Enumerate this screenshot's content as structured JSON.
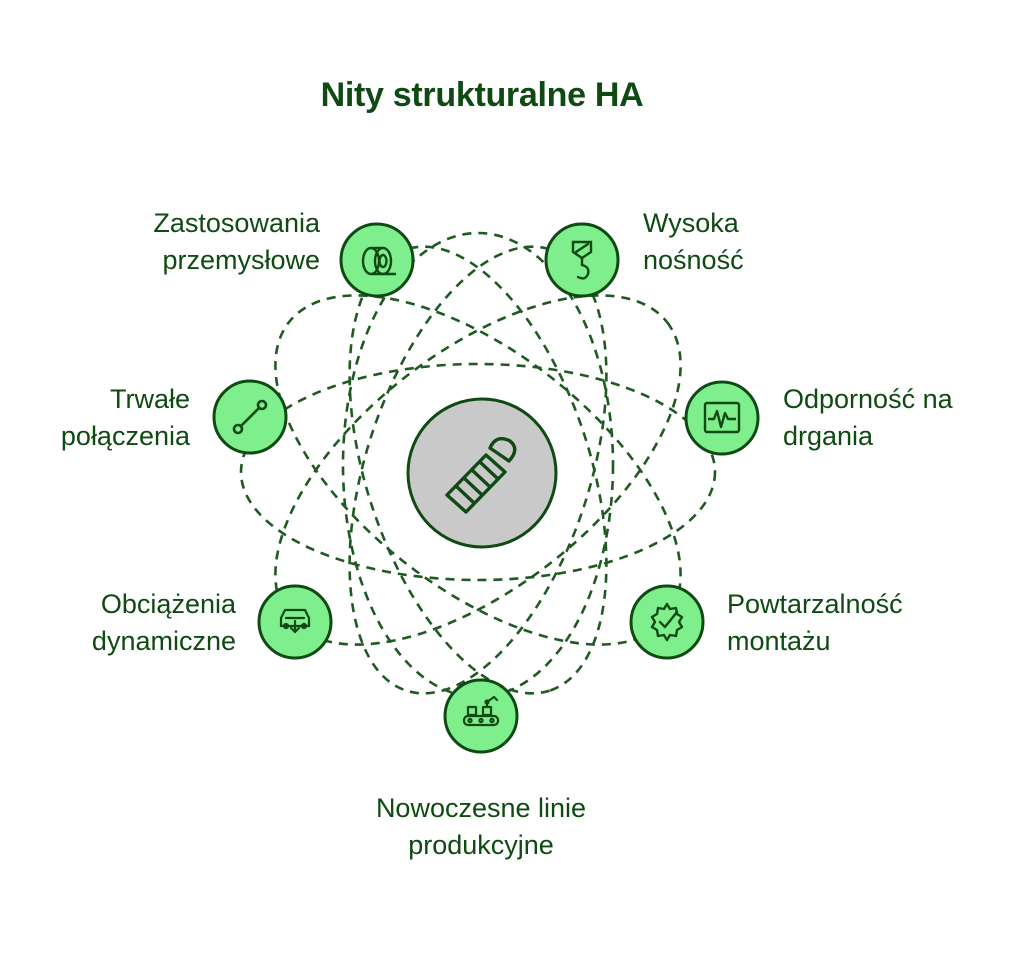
{
  "title": "Nity strukturalne HA",
  "colors": {
    "dark_green": "#0e4a12",
    "node_fill": "#7fee8c",
    "node_stroke": "#0e4a12",
    "center_fill": "#c9c9c9",
    "orbit_stroke": "#1f5a22"
  },
  "center": {
    "icon": "screw-icon"
  },
  "nodes": [
    {
      "id": "industrial",
      "icon": "tape-roll-icon",
      "lines": [
        "Zastosowania",
        "przemysłowe"
      ]
    },
    {
      "id": "load",
      "icon": "crane-hook-icon",
      "lines": [
        "Wysoka",
        "nośność"
      ]
    },
    {
      "id": "vibration",
      "icon": "waveform-monitor-icon",
      "lines": [
        "Odporność na",
        "drgania"
      ]
    },
    {
      "id": "repeatability",
      "icon": "gear-check-icon",
      "lines": [
        "Powtarzalność",
        "montażu"
      ]
    },
    {
      "id": "production",
      "icon": "conveyor-robot-icon",
      "lines": [
        "Nowoczesne linie",
        "produkcyjne"
      ]
    },
    {
      "id": "dynamic",
      "icon": "dynamic-load-icon",
      "lines": [
        "Obciążenia",
        "dynamiczne"
      ]
    },
    {
      "id": "permanent",
      "icon": "connection-link-icon",
      "lines": [
        "Trwałe",
        "połączenia"
      ]
    }
  ]
}
